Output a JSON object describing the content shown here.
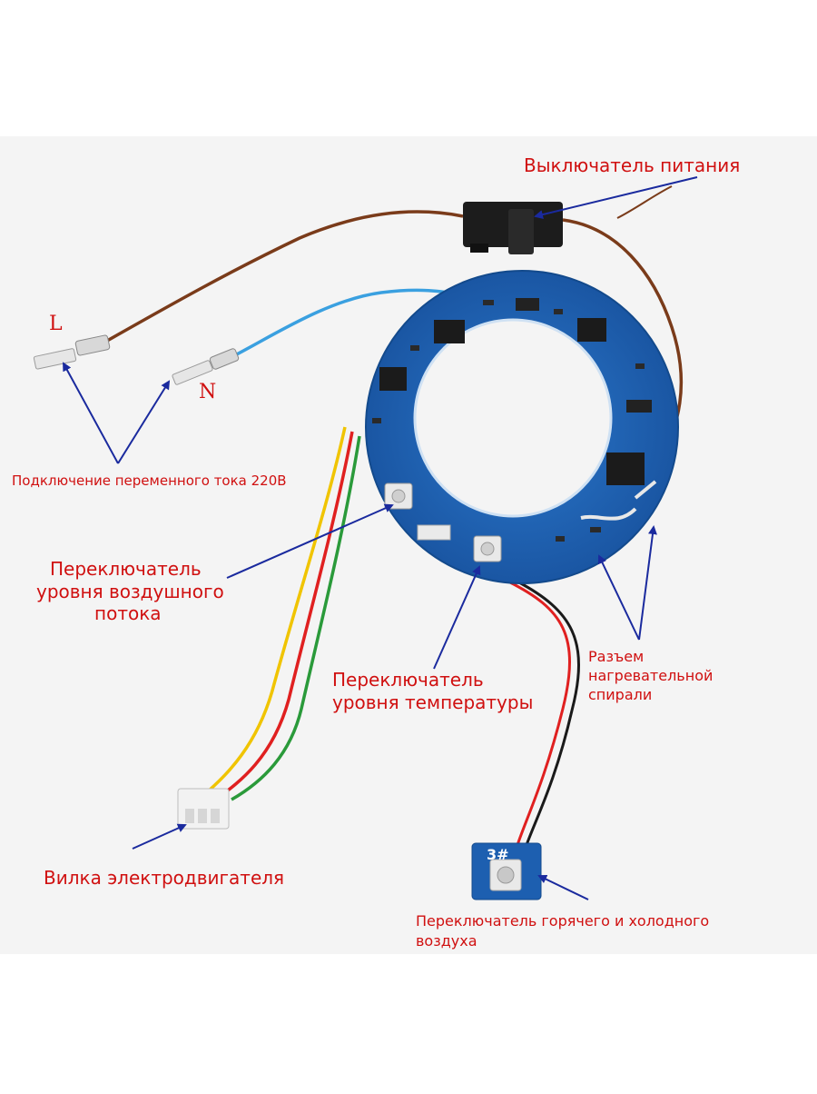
{
  "labels": {
    "power_switch": "Выключатель питания",
    "L": "L",
    "N": "N",
    "ac_connection": "Подключение переменного тока 220В",
    "airflow_switch_1": "Переключатель",
    "airflow_switch_2": "уровня воздушного",
    "airflow_switch_3": "потока",
    "temp_switch_1": "Переключатель",
    "temp_switch_2": "уровня температуры",
    "heater_connector_1": "Разъем",
    "heater_connector_2": "нагревательной",
    "heater_connector_3": "спирали",
    "motor_plug": "Вилка электродвигателя",
    "hot_cold_switch_1": "Переключатель горячего и холодного",
    "hot_cold_switch_2": "воздуха"
  },
  "colors": {
    "label_red": "#d01010",
    "arrow_blue": "#1a2a9e",
    "pcb_blue": "#1d5fb0",
    "wire_brown": "#7a3b1a",
    "wire_blue": "#3aa0e0",
    "wire_red": "#e02020",
    "wire_yellow": "#f0c400",
    "wire_green": "#2a9a3a"
  },
  "pcb_markings": {
    "small_board": "3#"
  }
}
